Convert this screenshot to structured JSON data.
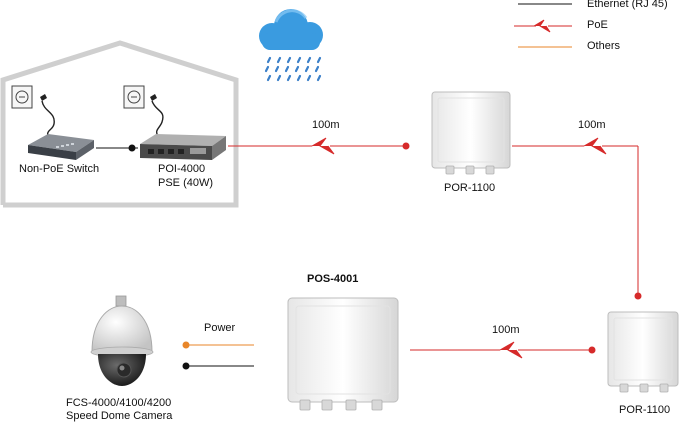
{
  "legend": {
    "ethernet": "Ethernet (RJ 45)",
    "poe": "PoE",
    "others": "Others"
  },
  "devices": {
    "switch": "Non-PoE Switch",
    "injector_model": "POI-4000",
    "injector_spec": "PSE (40W)",
    "repeater_top": "POR-1100",
    "repeater_bottom": "POR-1100",
    "splitter": "POS-4001",
    "camera_model": "FCS-4000/4100/4200",
    "camera_type": "Speed Dome Camera"
  },
  "links": {
    "distance_1": "100m",
    "distance_2": "100m",
    "distance_3": "100m",
    "power": "Power"
  },
  "colors": {
    "ethernet": "#111111",
    "poe": "#d62a2a",
    "others": "#e8862a",
    "house_outline": "#cfcfcf",
    "cloud": "#3a9be0",
    "rain": "#3a7fc8"
  }
}
